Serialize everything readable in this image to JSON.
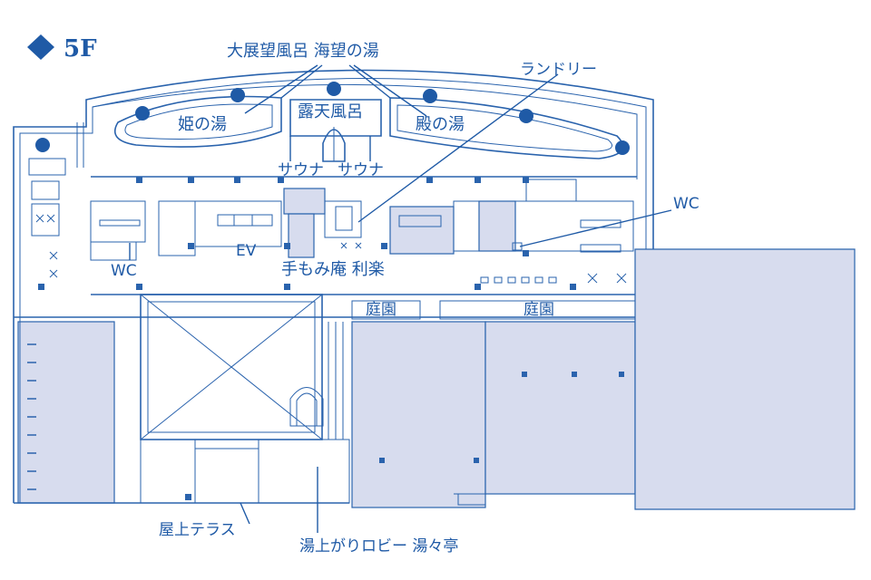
{
  "floor": {
    "label": "5F"
  },
  "labels": {
    "onsen_title": "大展望風呂 海望の湯",
    "laundry": "ランドリー",
    "himenoyu": "姫の湯",
    "rotenburo": "露天風呂",
    "tononoyu": "殿の湯",
    "sauna_left": "サウナ",
    "sauna_right": "サウナ",
    "wc_right": "WC",
    "ev": "EV",
    "wc_left": "WC",
    "massage": "手もみ庵 利楽",
    "teien_left": "庭園",
    "teien_right": "庭園",
    "rooftop_terrace": "屋上テラス",
    "lobby": "湯上がりロビー 湯々亭"
  },
  "colors": {
    "line": "#2a63ad",
    "text": "#1f5aa6",
    "shade": "#d7dcee",
    "marker": "#1f5aa6"
  },
  "icons": [
    "diamond-icon",
    "lamp-dot-icon"
  ]
}
